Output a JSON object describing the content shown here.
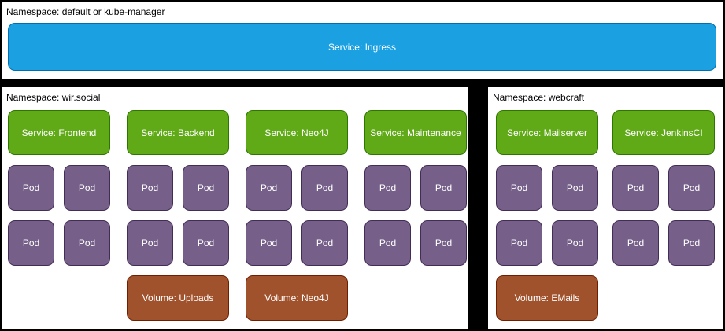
{
  "top_namespace": {
    "label": "Namespace: default or kube-manager",
    "service": "Service: Ingress"
  },
  "wir_social": {
    "label": "Namespace: wir.social",
    "services": [
      "Service: Frontend",
      "Service: Backend",
      "Service: Neo4J",
      "Service: Maintenance"
    ],
    "pod_label": "Pod",
    "pods_per_service": 4,
    "volumes": [
      "Volume: Uploads",
      "Volume: Neo4J"
    ]
  },
  "webcraft": {
    "label": "Namespace: webcraft",
    "services": [
      "Service: Mailserver",
      "Service: JenkinsCI"
    ],
    "pod_label": "Pod",
    "pods_per_service": 4,
    "volumes": [
      "Volume: EMails"
    ]
  },
  "colors": {
    "ingress_blue": "#1BA1E2",
    "ingress_blue_border": "#006EAF",
    "service_green": "#60A917",
    "service_green_border": "#2D7600",
    "pod_purple": "#76608A",
    "pod_purple_border": "#432D57",
    "volume_brown": "#A0522D",
    "volume_brown_border": "#6D1F00",
    "background": "#000000",
    "namespace_fill": "#ffffff"
  }
}
